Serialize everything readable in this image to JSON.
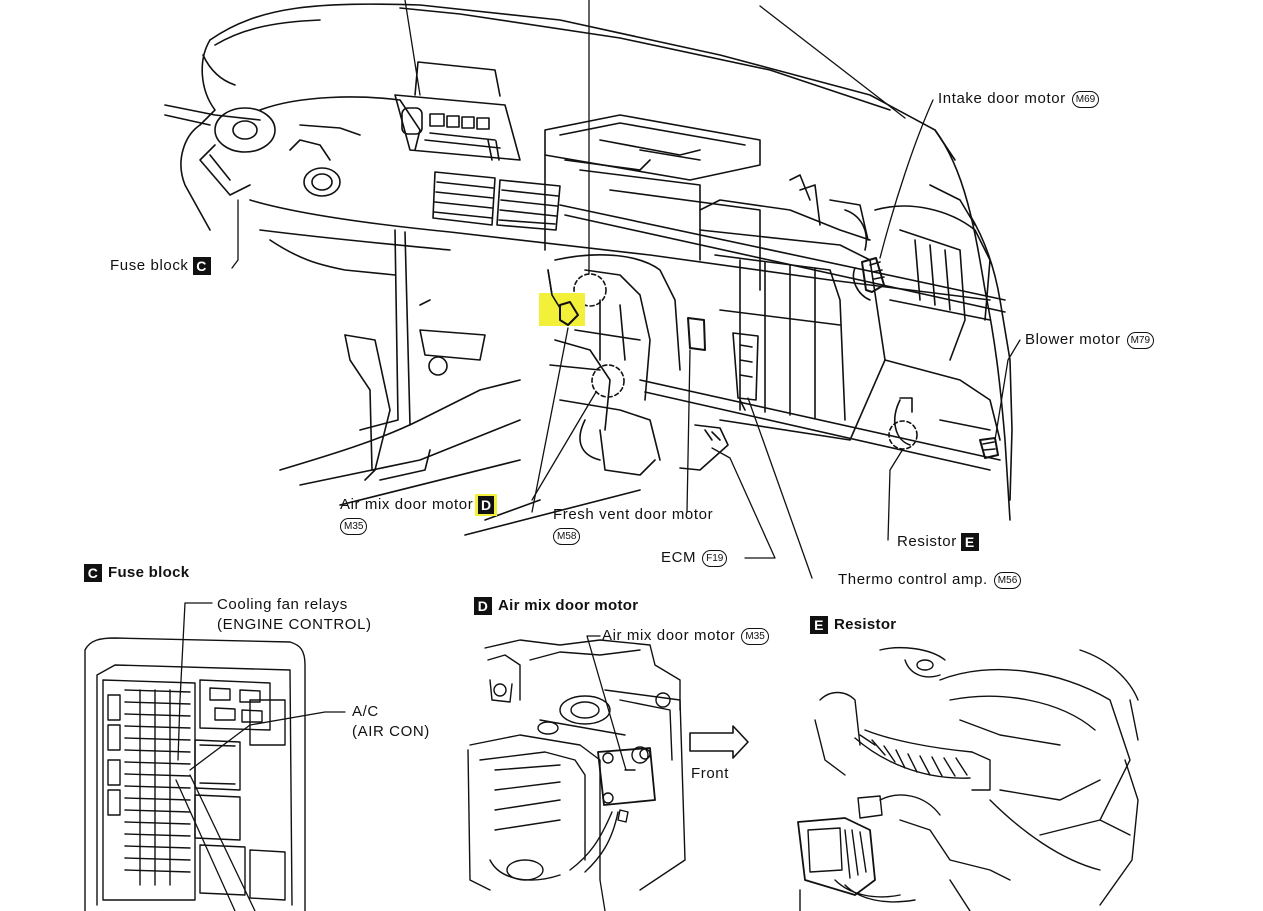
{
  "labels": {
    "intake": {
      "text": "Intake door motor",
      "connector": "M69"
    },
    "blower": {
      "text": "Blower motor",
      "connector": "M79"
    },
    "fuse": {
      "text": "Fuse block",
      "box": "C"
    },
    "airmix": {
      "text": "Air mix door motor",
      "box": "D",
      "connector": "M35"
    },
    "freshvent": {
      "text": "Fresh vent door motor",
      "connector": "M58"
    },
    "resistor": {
      "text": "Resistor",
      "box": "E"
    },
    "ecm": {
      "text": "ECM",
      "connector": "F19"
    },
    "thermo": {
      "text": "Thermo control amp.",
      "connector": "M56"
    }
  },
  "panels": {
    "fuse": {
      "box": "C",
      "title": "Fuse block",
      "relays_line1": "Cooling fan relays",
      "relays_line2": "(ENGINE CONTROL)",
      "ac_line1": "A/C",
      "ac_line2": "(AIR CON)"
    },
    "airmix": {
      "box": "D",
      "title": "Air mix door motor",
      "motor": "Air mix door motor",
      "connector": "M35",
      "front": "Front"
    },
    "resistor": {
      "box": "E",
      "title": "Resistor"
    }
  },
  "colors": {
    "highlight": "#f3f03a",
    "ink": "#111111"
  }
}
